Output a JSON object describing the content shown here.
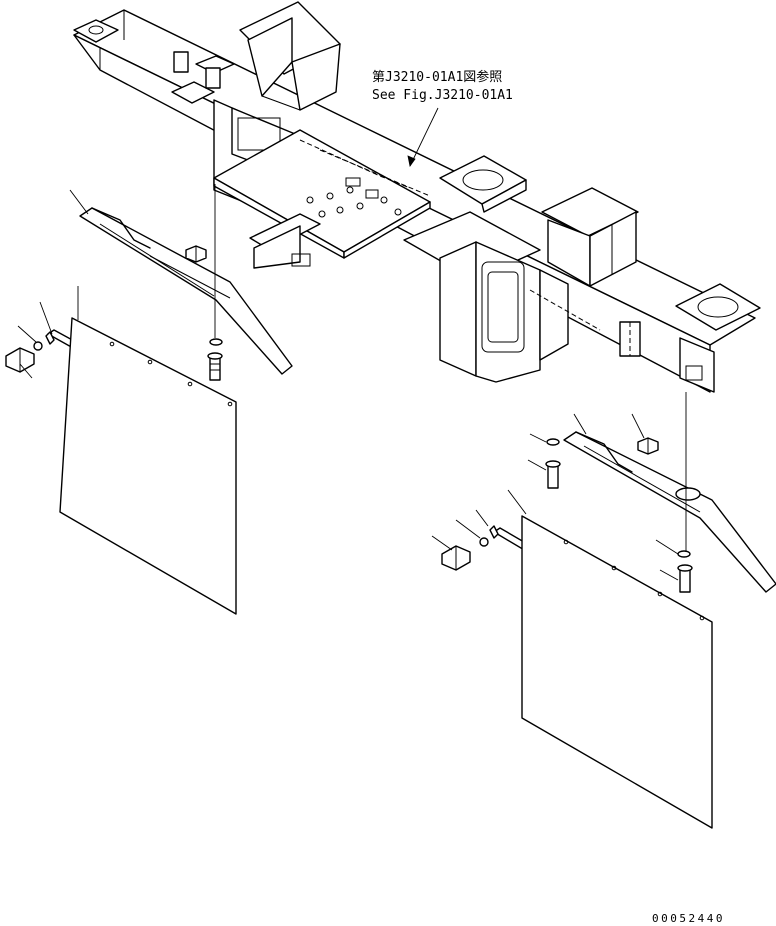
{
  "reference": {
    "japanese": "第J3210-01A1図参照",
    "english": "See Fig.J3210-01A1"
  },
  "drawing_number": "00052440"
}
